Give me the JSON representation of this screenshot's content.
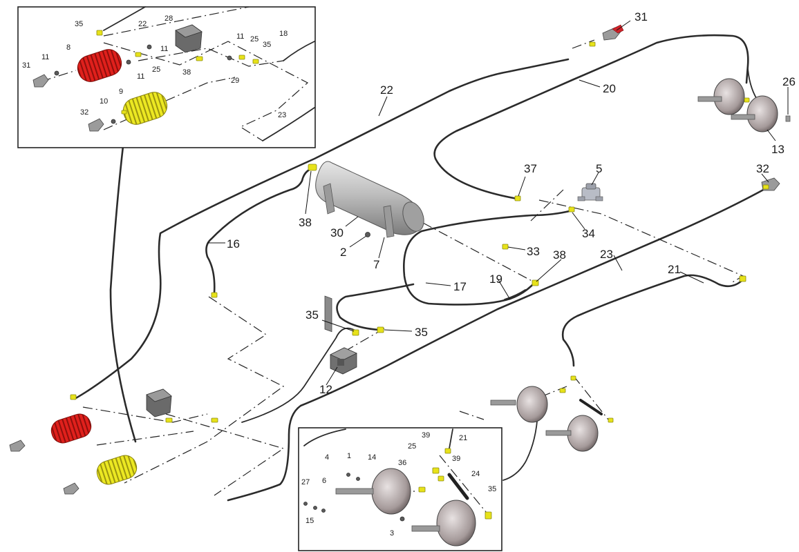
{
  "labels": {
    "main": [
      {
        "id": "31",
        "text": "31"
      },
      {
        "id": "26",
        "text": "26"
      },
      {
        "id": "13",
        "text": "13"
      },
      {
        "id": "22",
        "text": "22"
      },
      {
        "id": "20",
        "text": "20"
      },
      {
        "id": "37",
        "text": "37"
      },
      {
        "id": "5",
        "text": "5"
      },
      {
        "id": "32",
        "text": "32"
      },
      {
        "id": "38a",
        "text": "38"
      },
      {
        "id": "30",
        "text": "30"
      },
      {
        "id": "2",
        "text": "2"
      },
      {
        "id": "7",
        "text": "7"
      },
      {
        "id": "34",
        "text": "34"
      },
      {
        "id": "16",
        "text": "16"
      },
      {
        "id": "33",
        "text": "33"
      },
      {
        "id": "38b",
        "text": "38"
      },
      {
        "id": "23",
        "text": "23"
      },
      {
        "id": "21",
        "text": "21"
      },
      {
        "id": "17",
        "text": "17"
      },
      {
        "id": "19",
        "text": "19"
      },
      {
        "id": "35a",
        "text": "35"
      },
      {
        "id": "35b",
        "text": "35"
      },
      {
        "id": "12",
        "text": "12"
      }
    ],
    "inset_top": [
      {
        "id": "35",
        "text": "35"
      },
      {
        "id": "22",
        "text": "22"
      },
      {
        "id": "28",
        "text": "28"
      },
      {
        "id": "11a",
        "text": "11"
      },
      {
        "id": "25a",
        "text": "25"
      },
      {
        "id": "35b",
        "text": "35"
      },
      {
        "id": "18",
        "text": "18"
      },
      {
        "id": "31",
        "text": "31"
      },
      {
        "id": "11b",
        "text": "11"
      },
      {
        "id": "8",
        "text": "8"
      },
      {
        "id": "11c",
        "text": "11"
      },
      {
        "id": "25b",
        "text": "25"
      },
      {
        "id": "11d",
        "text": "11"
      },
      {
        "id": "38",
        "text": "38"
      },
      {
        "id": "29",
        "text": "29"
      },
      {
        "id": "9",
        "text": "9"
      },
      {
        "id": "32",
        "text": "32"
      },
      {
        "id": "10",
        "text": "10"
      },
      {
        "id": "23",
        "text": "23"
      }
    ],
    "inset_bottom": [
      {
        "id": "39a",
        "text": "39"
      },
      {
        "id": "21",
        "text": "21"
      },
      {
        "id": "4",
        "text": "4"
      },
      {
        "id": "1",
        "text": "1"
      },
      {
        "id": "14",
        "text": "14"
      },
      {
        "id": "25",
        "text": "25"
      },
      {
        "id": "39b",
        "text": "39"
      },
      {
        "id": "36",
        "text": "36"
      },
      {
        "id": "24",
        "text": "24"
      },
      {
        "id": "27",
        "text": "27"
      },
      {
        "id": "6",
        "text": "6"
      },
      {
        "id": "35",
        "text": "35"
      },
      {
        "id": "15",
        "text": "15"
      },
      {
        "id": "3",
        "text": "3"
      }
    ]
  },
  "colors": {
    "hose": "#2b2b2b",
    "fitting_yellow": "#e7e21a",
    "coil_red": "#e0201c",
    "coil_yellow": "#e9e620",
    "tank_gray": "#b9b9b9"
  }
}
